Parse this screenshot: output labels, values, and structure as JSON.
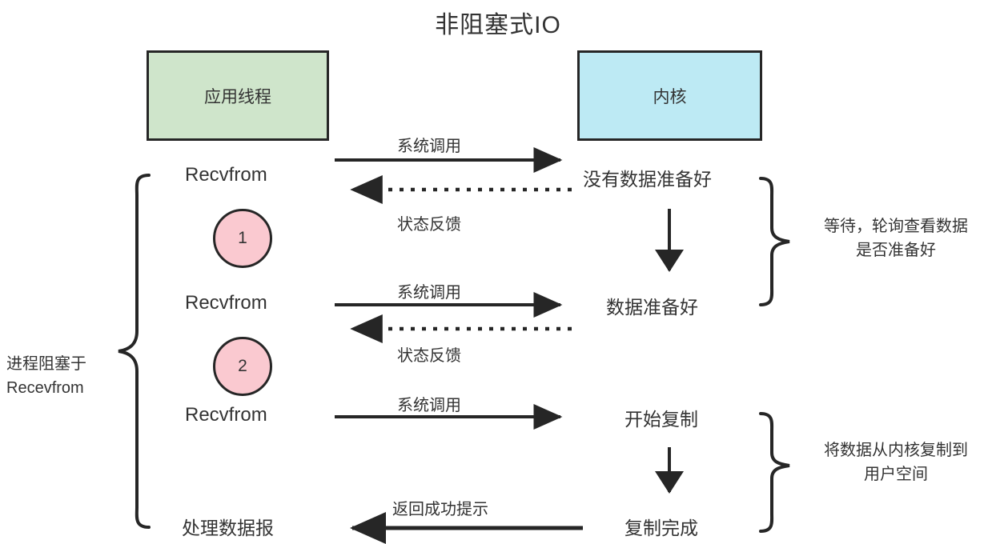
{
  "title": "非阻塞式IO",
  "colors": {
    "app_box_fill": "#cfe5cb",
    "kernel_box_fill": "#bdeaf4",
    "circle_fill": "#fac9d0",
    "stroke": "#262626",
    "text": "#333333",
    "background": "#ffffff"
  },
  "boxes": {
    "app_thread": "应用线程",
    "kernel": "内核"
  },
  "left_column": {
    "calls": [
      "Recvfrom",
      "Recvfrom",
      "Recvfrom"
    ],
    "final": "处理数据报"
  },
  "circles": [
    {
      "label": "1"
    },
    {
      "label": "2"
    }
  ],
  "arrows": {
    "syscall_1": "系统调用",
    "feedback_1": "状态反馈",
    "syscall_2": "系统调用",
    "feedback_2": "状态反馈",
    "syscall_3": "系统调用",
    "return_success": "返回成功提示"
  },
  "kernel_states": {
    "no_data": "没有数据准备好",
    "data_ready": "数据准备好",
    "copy_start": "开始复制",
    "copy_done": "复制完成"
  },
  "annotations": {
    "left_brace_note": "进程阻塞于\nRecevfrom",
    "right_brace_note_1": "等待，轮询查看数据\n是否准备好",
    "right_brace_note_2": "将数据从内核复制到\n用户空间"
  }
}
